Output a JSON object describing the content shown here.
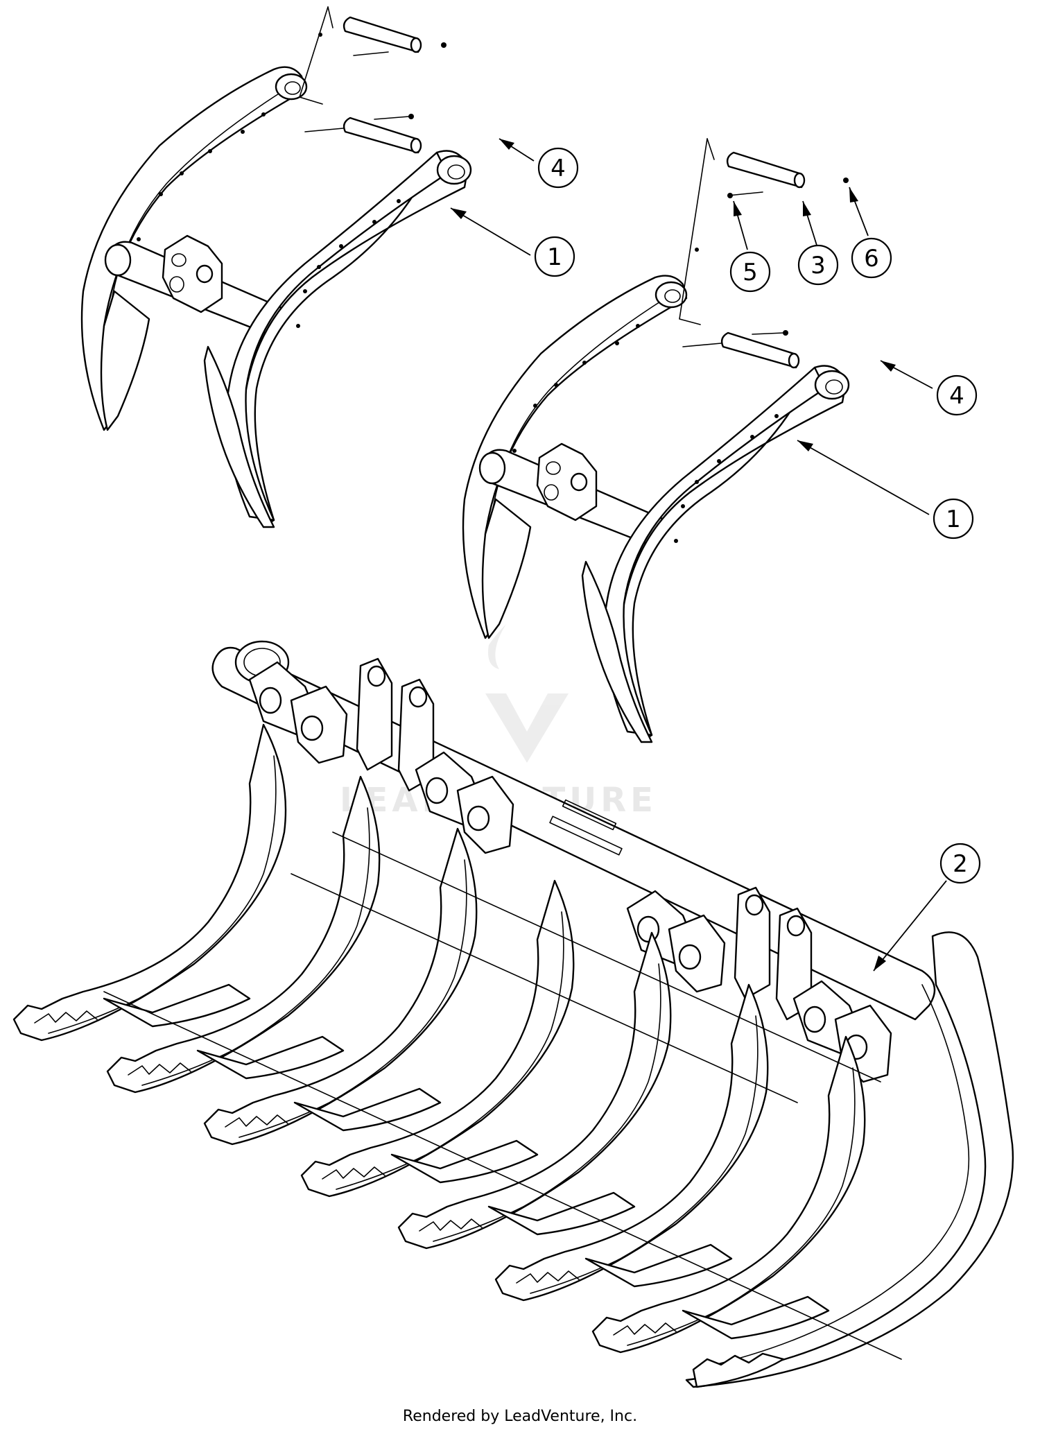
{
  "diagram": {
    "callouts": [
      {
        "id": "callout-1a",
        "label": "1"
      },
      {
        "id": "callout-1b",
        "label": "1"
      },
      {
        "id": "callout-2",
        "label": "2"
      },
      {
        "id": "callout-3",
        "label": "3"
      },
      {
        "id": "callout-4a",
        "label": "4"
      },
      {
        "id": "callout-4b",
        "label": "4"
      },
      {
        "id": "callout-5",
        "label": "5"
      },
      {
        "id": "callout-6",
        "label": "6"
      }
    ],
    "watermark": "LEADVENTURE"
  },
  "footer": {
    "credit": "Rendered by LeadVenture, Inc."
  }
}
